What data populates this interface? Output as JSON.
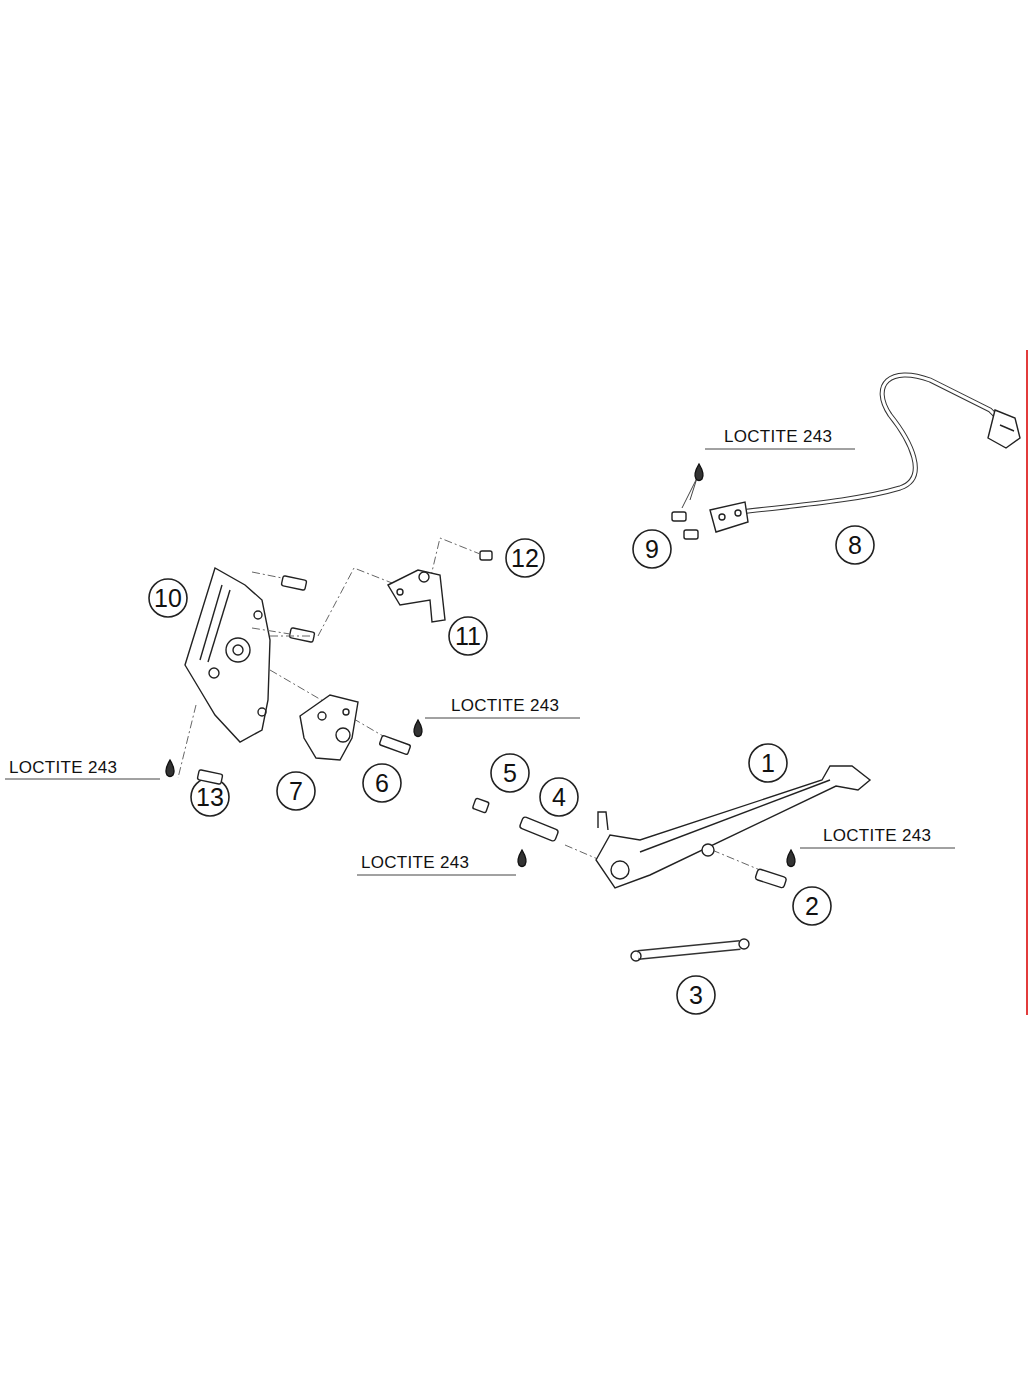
{
  "diagram": {
    "labels": [
      "LOCTITE 243",
      "9",
      "8",
      "12",
      "10",
      "11",
      "LOCTITE 243",
      "LOCTITE 243",
      "1",
      "5",
      "6",
      "7",
      "13",
      "4",
      "LOCTITE 243",
      "LOCTITE 243",
      "2",
      "3"
    ]
  }
}
